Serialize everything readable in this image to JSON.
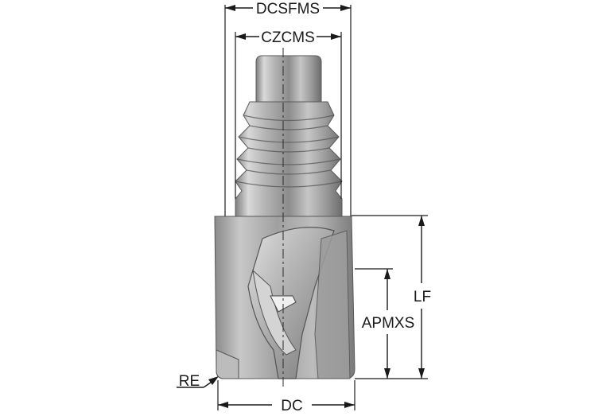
{
  "labels": {
    "dcsfms": "DCSFMS",
    "czcms": "CZCMS",
    "lf": "LF",
    "apmxs": "APMXS",
    "dc": "DC",
    "re": "RE"
  }
}
